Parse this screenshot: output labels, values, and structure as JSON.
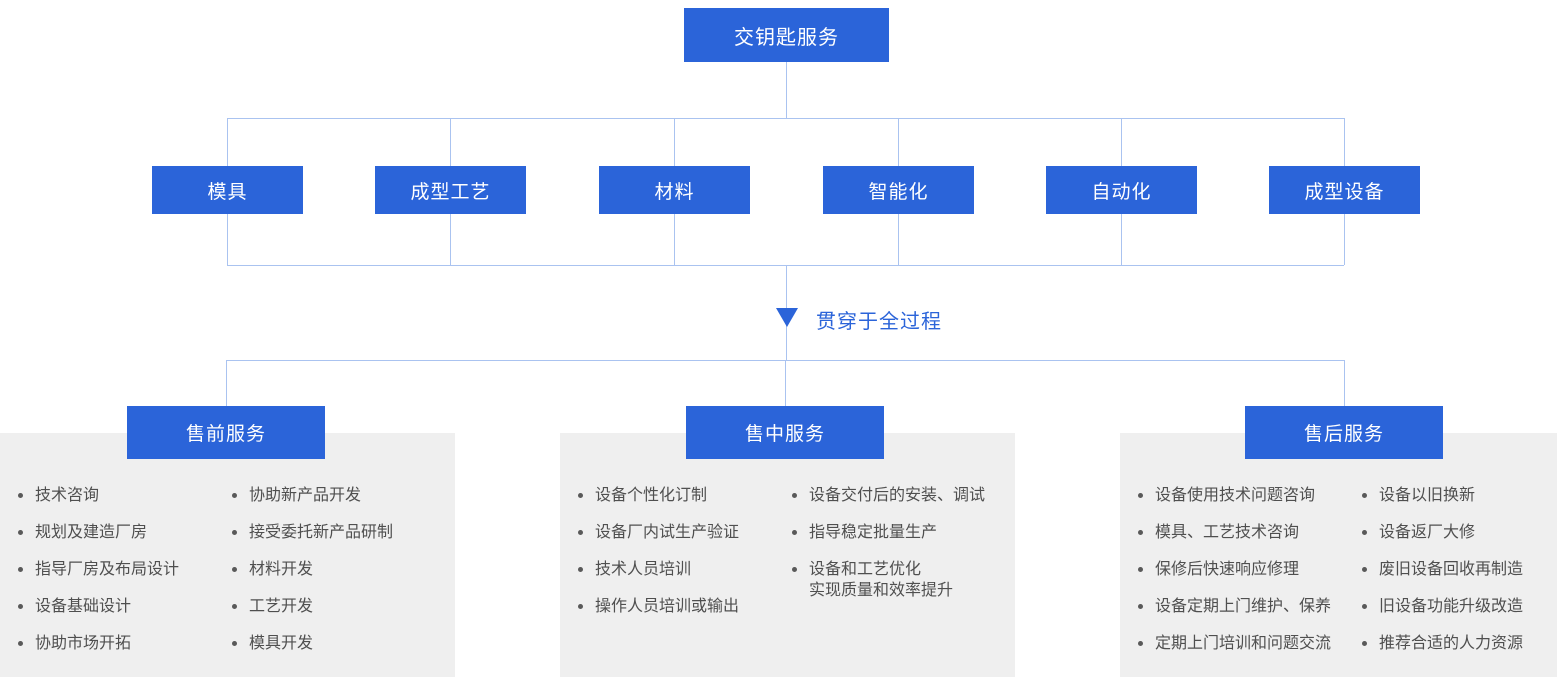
{
  "colors": {
    "node_blue": "#2b64d9",
    "connector_blue": "#aac3f0",
    "note_blue": "#2b64d9",
    "panel_gray": "#efefef",
    "list_text": "#4f4f4f"
  },
  "root": {
    "label": "交钥匙服务"
  },
  "branches": [
    {
      "label": "模具"
    },
    {
      "label": "成型工艺"
    },
    {
      "label": "材料"
    },
    {
      "label": "智能化"
    },
    {
      "label": "自动化"
    },
    {
      "label": "成型设备"
    }
  ],
  "process_note": {
    "label": "贯穿于全过程",
    "arrow_icon": "down-triangle"
  },
  "panels": [
    {
      "title": "售前服务",
      "columns": [
        [
          "技术咨询",
          "规划及建造厂房",
          "指导厂房及布局设计",
          "设备基础设计",
          "协助市场开拓"
        ],
        [
          "协助新产品开发",
          "接受委托新产品研制",
          "材料开发",
          "工艺开发",
          "模具开发"
        ]
      ]
    },
    {
      "title": "售中服务",
      "columns": [
        [
          "设备个性化订制",
          "设备厂内试生产验证",
          "技术人员培训",
          "操作人员培训或输出"
        ],
        [
          "设备交付后的安装、调试",
          "指导稳定批量生产",
          "设备和工艺优化\n实现质量和效率提升"
        ]
      ]
    },
    {
      "title": "售后服务",
      "columns": [
        [
          "设备使用技术问题咨询",
          "模具、工艺技术咨询",
          "保修后快速响应修理",
          "设备定期上门维护、保养",
          "定期上门培训和问题交流"
        ],
        [
          "设备以旧换新",
          "设备返厂大修",
          "废旧设备回收再制造",
          "旧设备功能升级改造",
          "推荐合适的人力资源"
        ]
      ]
    }
  ]
}
